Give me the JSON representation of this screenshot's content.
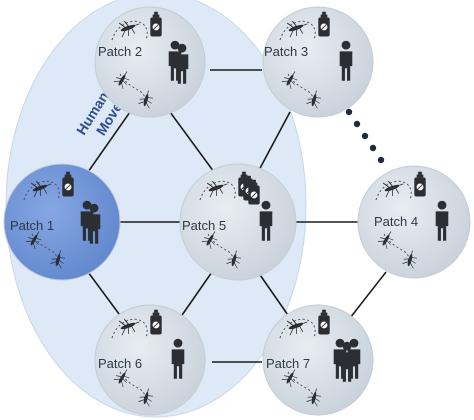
{
  "overlay": {
    "label_line1": "Humans",
    "label_line2": "Move"
  },
  "patches": [
    {
      "id": "patch-2",
      "label": "Patch 2",
      "sprays": 1,
      "humans": 2,
      "highlight": false
    },
    {
      "id": "patch-3",
      "label": "Patch 3",
      "sprays": 1,
      "humans": 1,
      "highlight": false
    },
    {
      "id": "patch-1",
      "label": "Patch 1",
      "sprays": 1,
      "humans": 2,
      "highlight": true
    },
    {
      "id": "patch-5",
      "label": "Patch 5",
      "sprays": 3,
      "humans": 1,
      "highlight": false
    },
    {
      "id": "patch-4",
      "label": "Patch 4",
      "sprays": 1,
      "humans": 1,
      "highlight": false
    },
    {
      "id": "patch-6",
      "label": "Patch 6",
      "sprays": 1,
      "humans": 1,
      "highlight": false
    },
    {
      "id": "patch-7",
      "label": "Patch 7",
      "sprays": 1,
      "humans": 3,
      "highlight": false
    }
  ],
  "colors": {
    "node_fill": "#d5dce3",
    "node_highlight": "#6f93d6",
    "oval_fill": "#dde9f6",
    "edge": "#1c1c1c"
  }
}
